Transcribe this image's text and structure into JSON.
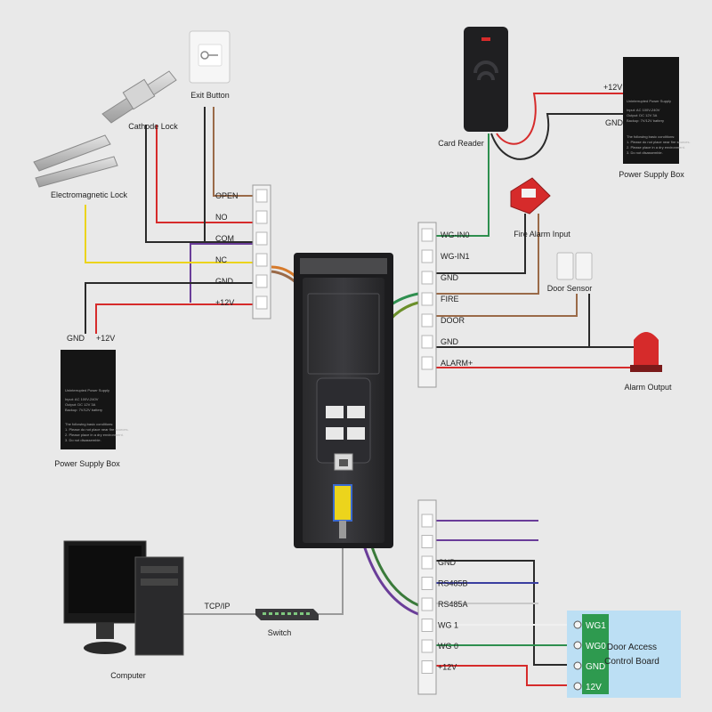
{
  "devices": {
    "exit_button": "Exit Button",
    "cathode_lock": "Cathode Lock",
    "em_lock": "Electromagnetic Lock",
    "card_reader": "Card Reader",
    "fire_alarm": "Fire Alarm Input",
    "door_sensor": "Door Sensor",
    "alarm_output": "Alarm Output",
    "psu_left": "Power Supply Box",
    "psu_right": "Power Supply Box",
    "computer": "Computer",
    "switch": "Switch",
    "tcpip": "TCP/IP",
    "control_board_line1": "Door Access",
    "control_board_line2": "Control Board"
  },
  "left_terminal": [
    "OPEN",
    "NO",
    "COM",
    "NC",
    "GND",
    "+12V"
  ],
  "right_top_terminal": [
    "WG-IN0",
    "WG-IN1",
    "GND",
    "FIRE",
    "DOOR",
    "GND",
    "ALARM+"
  ],
  "right_bottom_terminal": [
    "",
    "",
    "GND",
    "RS485B",
    "RS485A",
    "WG 1",
    "WG 0",
    "+12V"
  ],
  "control_board_terminal": [
    "WG1",
    "WG0",
    "GND",
    "12V"
  ],
  "psu_left_labels": {
    "gnd": "GND",
    "v12": "+12V"
  },
  "psu_right_labels": {
    "v12": "+12V",
    "gnd": "GND"
  },
  "psu_box": {
    "title": "Uninterrupted Power Supply",
    "spec1": "Input: AC 100V-240V",
    "spec2": "Output: DC 12V 3A",
    "spec3": "Backup: 7V/12V battery",
    "notice": "The following basic conditions:",
    "note1": "1. Please do not place near fire sources.",
    "note2": "2. Please place in a dry environment.",
    "note3": "3. Do not disassemble."
  },
  "colors": {
    "red": "#d62b2b",
    "black": "#2a2a2a",
    "yellow": "#ecd41c",
    "purple": "#6a3d99",
    "brown": "#9a6a48",
    "green": "#2e8f4f",
    "gray": "#8a8a8a",
    "control_board": "#bcdff4"
  }
}
